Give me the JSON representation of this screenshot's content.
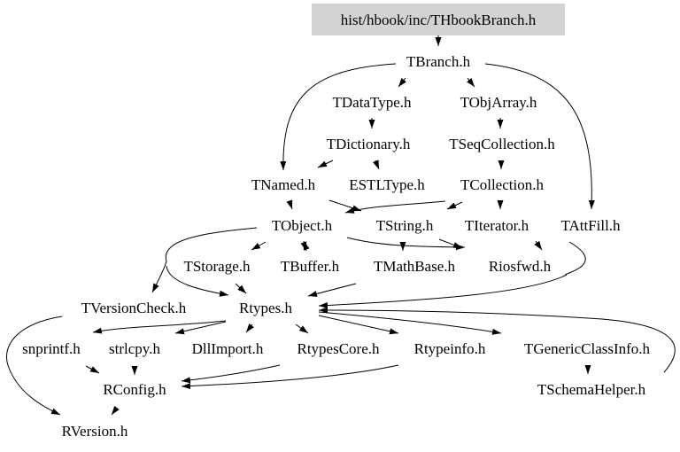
{
  "diagram": {
    "title": "hist/hbook/inc/THbookBranch.h",
    "root": "hist/hbook/inc/THbookBranch.h",
    "root_fill": "#d3d3d3",
    "nodes": [
      {
        "id": "root",
        "label": "hist/hbook/inc/THbookBranch.h"
      },
      {
        "id": "TBranch",
        "label": "TBranch.h"
      },
      {
        "id": "TDataType",
        "label": "TDataType.h"
      },
      {
        "id": "TObjArray",
        "label": "TObjArray.h"
      },
      {
        "id": "TDictionary",
        "label": "TDictionary.h"
      },
      {
        "id": "TSeqCollection",
        "label": "TSeqCollection.h"
      },
      {
        "id": "TNamed",
        "label": "TNamed.h"
      },
      {
        "id": "ESTLType",
        "label": "ESTLType.h"
      },
      {
        "id": "TCollection",
        "label": "TCollection.h"
      },
      {
        "id": "TObject",
        "label": "TObject.h"
      },
      {
        "id": "TString",
        "label": "TString.h"
      },
      {
        "id": "TIterator",
        "label": "TIterator.h"
      },
      {
        "id": "TAttFill",
        "label": "TAttFill.h"
      },
      {
        "id": "TStorage",
        "label": "TStorage.h"
      },
      {
        "id": "TBuffer",
        "label": "TBuffer.h"
      },
      {
        "id": "TMathBase",
        "label": "TMathBase.h"
      },
      {
        "id": "Riosfwd",
        "label": "Riosfwd.h"
      },
      {
        "id": "TVersionCheck",
        "label": "TVersionCheck.h"
      },
      {
        "id": "Rtypes",
        "label": "Rtypes.h"
      },
      {
        "id": "snprintf",
        "label": "snprintf.h"
      },
      {
        "id": "strlcpy",
        "label": "strlcpy.h"
      },
      {
        "id": "DllImport",
        "label": "DllImport.h"
      },
      {
        "id": "RtypesCore",
        "label": "RtypesCore.h"
      },
      {
        "id": "Rtypeinfo",
        "label": "Rtypeinfo.h"
      },
      {
        "id": "TGenericClassInfo",
        "label": "TGenericClassInfo.h"
      },
      {
        "id": "RConfig",
        "label": "RConfig.h"
      },
      {
        "id": "TSchemaHelper",
        "label": "TSchemaHelper.h"
      },
      {
        "id": "RVersion",
        "label": "RVersion.h"
      }
    ],
    "edges": [
      {
        "from": "root",
        "to": "TBranch"
      },
      {
        "from": "TBranch",
        "to": "TDataType"
      },
      {
        "from": "TBranch",
        "to": "TObjArray"
      },
      {
        "from": "TBranch",
        "to": "TNamed"
      },
      {
        "from": "TBranch",
        "to": "TAttFill"
      },
      {
        "from": "TDataType",
        "to": "TDictionary"
      },
      {
        "from": "TObjArray",
        "to": "TSeqCollection"
      },
      {
        "from": "TDictionary",
        "to": "TNamed"
      },
      {
        "from": "TDictionary",
        "to": "ESTLType"
      },
      {
        "from": "TSeqCollection",
        "to": "TCollection"
      },
      {
        "from": "TNamed",
        "to": "TObject"
      },
      {
        "from": "TNamed",
        "to": "TString"
      },
      {
        "from": "TCollection",
        "to": "TObject"
      },
      {
        "from": "TCollection",
        "to": "TString"
      },
      {
        "from": "TCollection",
        "to": "TIterator"
      },
      {
        "from": "TObject",
        "to": "TStorage"
      },
      {
        "from": "TObject",
        "to": "TBuffer"
      },
      {
        "from": "TObject",
        "to": "Riosfwd"
      },
      {
        "from": "TObject",
        "to": "TVersionCheck"
      },
      {
        "from": "TObject",
        "to": "Rtypes"
      },
      {
        "from": "TString",
        "to": "TMathBase"
      },
      {
        "from": "TString",
        "to": "Riosfwd"
      },
      {
        "from": "TBuffer",
        "to": "TObject"
      },
      {
        "from": "TAttFill",
        "to": "Riosfwd"
      },
      {
        "from": "TAttFill",
        "to": "Rtypes"
      },
      {
        "from": "TStorage",
        "to": "Rtypes"
      },
      {
        "from": "TMathBase",
        "to": "Rtypes"
      },
      {
        "from": "TVersionCheck",
        "to": "RVersion"
      },
      {
        "from": "Rtypes",
        "to": "snprintf"
      },
      {
        "from": "Rtypes",
        "to": "strlcpy"
      },
      {
        "from": "Rtypes",
        "to": "DllImport"
      },
      {
        "from": "Rtypes",
        "to": "RtypesCore"
      },
      {
        "from": "Rtypes",
        "to": "Rtypeinfo"
      },
      {
        "from": "Rtypes",
        "to": "TGenericClassInfo"
      },
      {
        "from": "TSchemaHelper",
        "to": "Rtypes"
      },
      {
        "from": "TGenericClassInfo",
        "to": "TSchemaHelper"
      },
      {
        "from": "snprintf",
        "to": "RConfig"
      },
      {
        "from": "strlcpy",
        "to": "RConfig"
      },
      {
        "from": "RtypesCore",
        "to": "RConfig"
      },
      {
        "from": "Rtypeinfo",
        "to": "RConfig"
      },
      {
        "from": "RConfig",
        "to": "RVersion"
      }
    ]
  }
}
